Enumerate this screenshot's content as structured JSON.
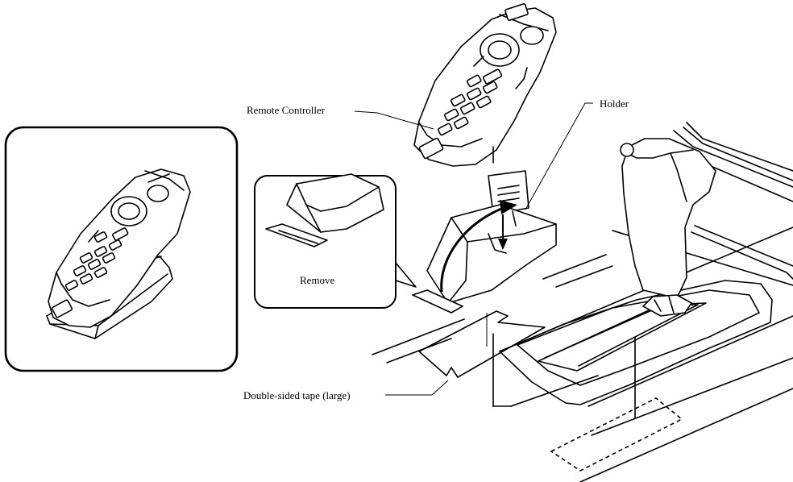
{
  "labels": {
    "remote_controller": "Remote Controller",
    "holder": "Holder",
    "remove": "Remove",
    "double_sided_tape": "Double-sided tape (large)"
  }
}
